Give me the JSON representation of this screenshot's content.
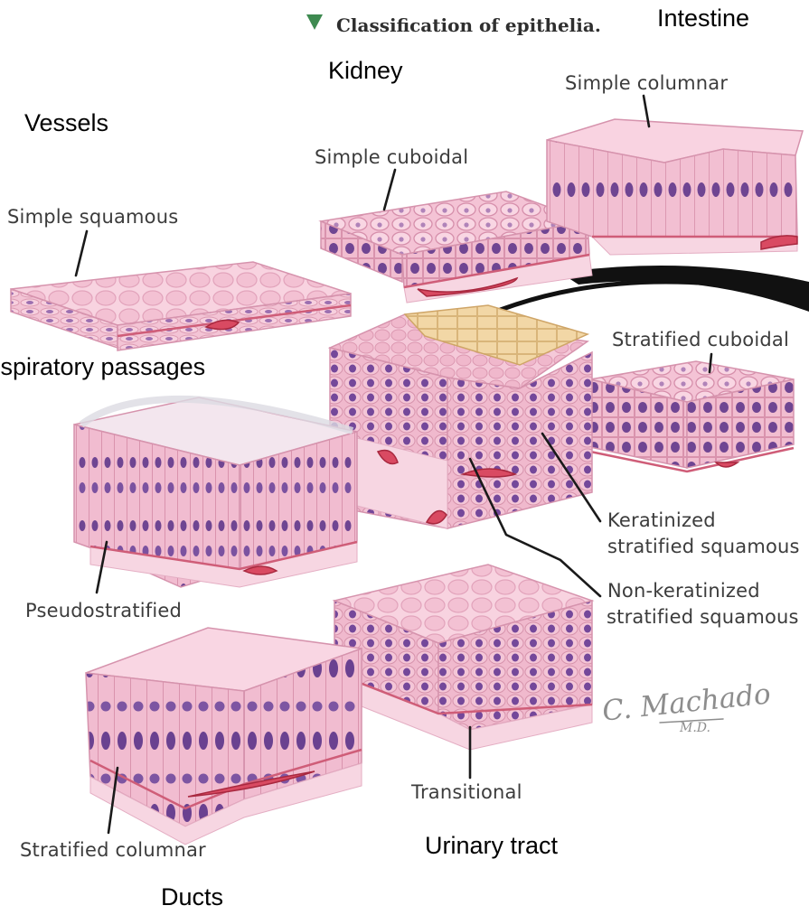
{
  "title": "Classification of epithelia.",
  "colors": {
    "surface": "#f7cfdd",
    "cell_border": "#e6a8bf",
    "side": "#eeb0c7",
    "nucleus": "#7a4a98",
    "keratin": "#efd39a",
    "vessel": "#d94a62",
    "title_marker": "#3e8a50",
    "leader_line": "#1a1a1a"
  },
  "icons": [
    "title-triangle-icon"
  ],
  "tissues": {
    "simple_squamous": "Simple squamous",
    "simple_cuboidal": "Simple cuboidal",
    "simple_columnar": "Simple columnar",
    "stratified_cuboidal": "Stratified cuboidal",
    "keratinized": [
      "Keratinized",
      "stratified squamous"
    ],
    "non_keratinized": [
      "Non-keratinized",
      "stratified squamous"
    ],
    "pseudostratified": "Pseudostratified",
    "transitional": "Transitional",
    "stratified_columnar": "Stratified columnar"
  },
  "organs": {
    "intestine": "Intestine",
    "kidney": "Kidney",
    "vessels": "Vessels",
    "respiratory": "Respiratory passages",
    "urinary": "Urinary tract",
    "ducts": "Ducts"
  },
  "signature": [
    "C. Machado",
    "M.D."
  ]
}
